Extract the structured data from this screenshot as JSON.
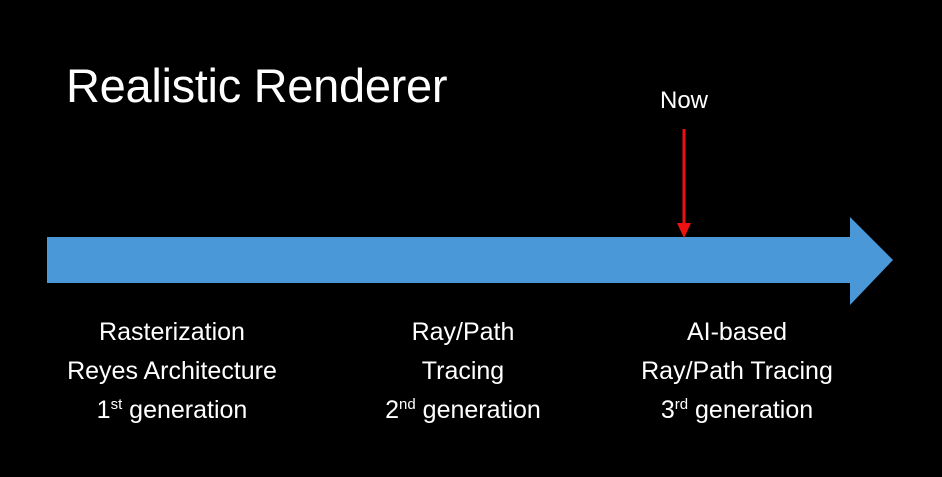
{
  "title": "Realistic Renderer",
  "marker": {
    "label": "Now",
    "color": "#ee1111"
  },
  "timeline": {
    "color": "#4a98d8"
  },
  "stages": [
    {
      "lines": [
        "Rasterization",
        "Reyes Architecture"
      ],
      "gen_number": "1",
      "gen_suffix": "st",
      "gen_word": " generation"
    },
    {
      "lines": [
        "Ray/Path",
        "Tracing"
      ],
      "gen_number": "2",
      "gen_suffix": "nd",
      "gen_word": " generation"
    },
    {
      "lines": [
        "AI-based",
        "Ray/Path Tracing"
      ],
      "gen_number": "3",
      "gen_suffix": "rd",
      "gen_word": " generation"
    }
  ]
}
